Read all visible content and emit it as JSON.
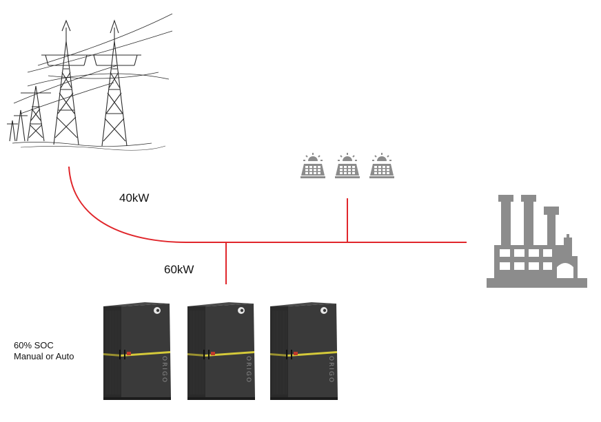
{
  "labels": {
    "grid_power": "40kW",
    "battery_power": "60kW",
    "soc_line1": "60% SOC",
    "soc_line2": "Manual or Auto"
  },
  "battery_brand": "ORIGO",
  "battery_count": 3,
  "solar_panel_count": 3,
  "colors": {
    "power_line": "#e0252a",
    "factory": "#8c8c8c",
    "solar_icon": "#8c8c8c",
    "cabinet_body": "#3a3a3a",
    "cabinet_stripe": "#d4c93a",
    "tower_lines": "#333333"
  },
  "icons": [
    "transmission-tower-icon",
    "solar-panel-icon",
    "factory-icon",
    "battery-cabinet-icon"
  ]
}
